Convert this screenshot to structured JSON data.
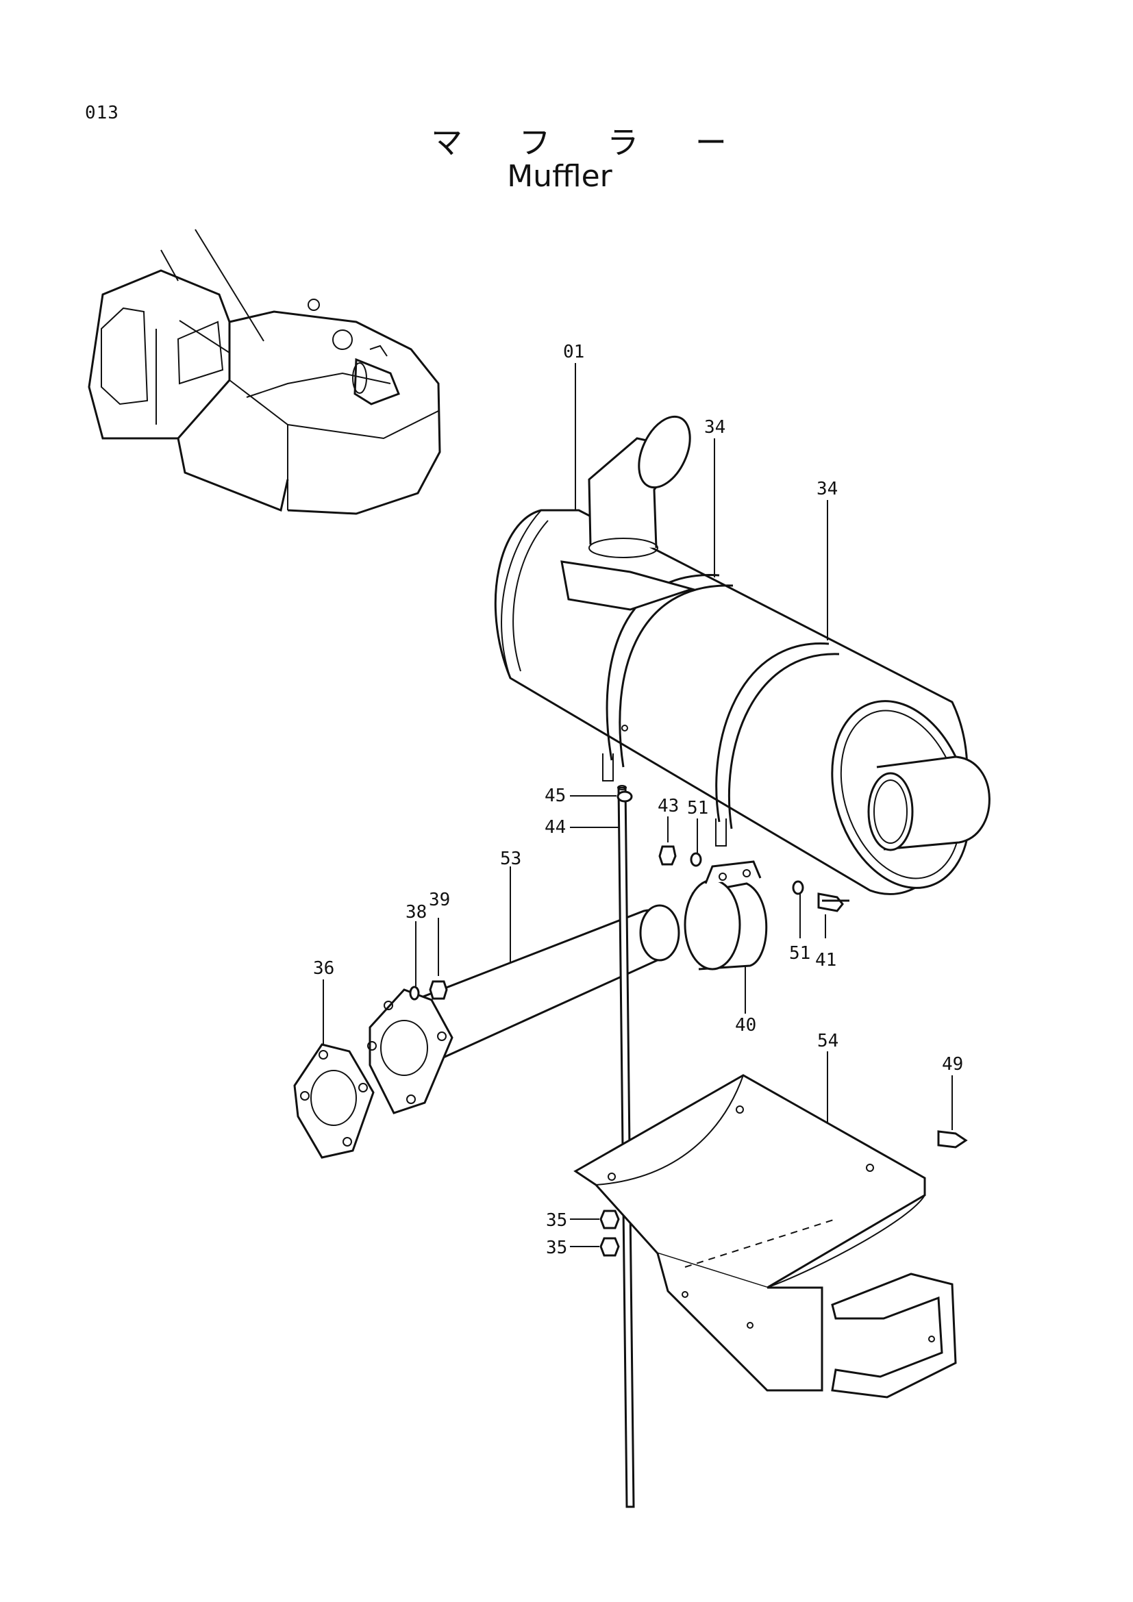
{
  "header": {
    "page_number": "013",
    "title_jp": "マ フ ラ ー",
    "title_en": "Muffler"
  },
  "callouts": {
    "c01": "01",
    "c34a": "34",
    "c34b": "34",
    "c45": "45",
    "c44": "44",
    "c43": "43",
    "c51a": "51",
    "c51b": "51",
    "c41": "41",
    "c53": "53",
    "c38": "38",
    "c39": "39",
    "c36": "36",
    "c40": "40",
    "c54": "54",
    "c49": "49",
    "c35a": "35",
    "c35b": "35"
  }
}
